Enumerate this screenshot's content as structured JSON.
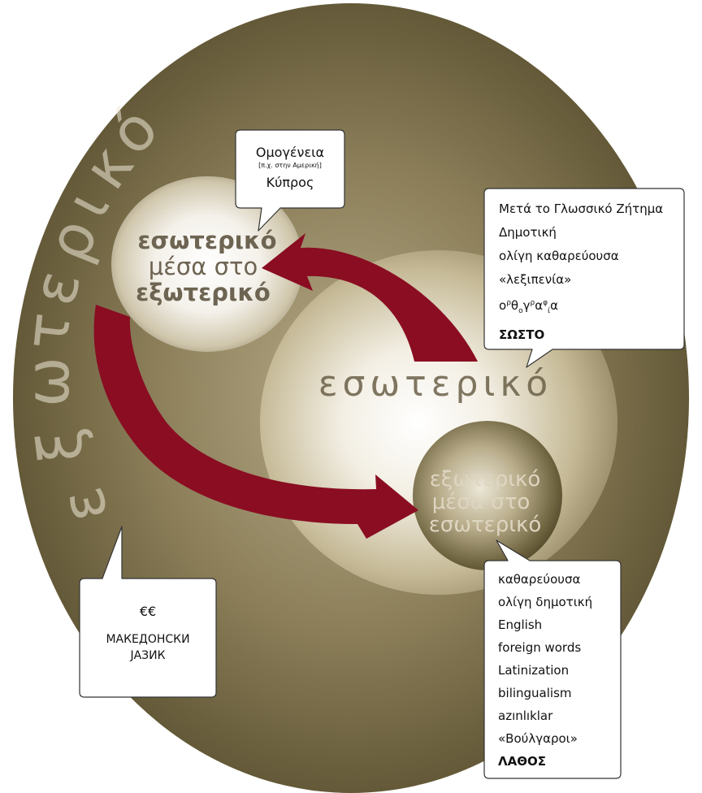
{
  "colors": {
    "olive_dark": "#5a5030",
    "olive_mid": "#8a7d58",
    "arrow_red": "#8a0d22",
    "text_dark": "#4a4236"
  },
  "outer_label": "εξωτερικό",
  "center_label": "εσωτερικό",
  "upper_bubble_lines": [
    "εσωτερικό",
    "μέσα στο",
    "εξωτερικό"
  ],
  "lower_bubble_lines": [
    "εξωτερικό",
    "μέσα στο",
    "εσωτερικό"
  ],
  "callouts": {
    "top": {
      "line1": "Ομογένεια",
      "line2": "[π.χ. στην Αμερική]",
      "line3": "Κύπρος"
    },
    "right": {
      "lines": [
        "Μετά το Γλωσσικό Ζήτημα",
        "Δημοτική",
        "ολίγη καθαρεύουσα",
        "«λεξιπενία»"
      ],
      "ortho": [
        "ο",
        "ρ",
        "θ",
        "ο",
        "γ",
        "ρ",
        "α",
        "φ",
        "ί",
        "α"
      ],
      "verdict": "ΣΩΣΤΟ"
    },
    "left": {
      "symbol": "€€",
      "line1": "МАКЕДОНСКИ",
      "line2": "ЈАЗИК"
    },
    "bottom_right": {
      "lines": [
        "καθαρεύουσα",
        "ολίγη δημοτική",
        "English",
        "foreign words",
        "Latinization",
        "bilingualism",
        "azınlıklar",
        "«Βούλγαροι»"
      ],
      "verdict": "ΛΑΘΟΣ"
    }
  }
}
